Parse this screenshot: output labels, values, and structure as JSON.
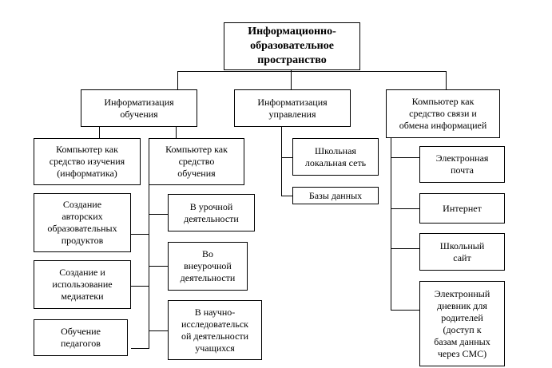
{
  "diagram": {
    "root": "Информационно-\nобразовательное\nпространство",
    "branches": {
      "learning": "Информатизация\nобучения",
      "management": "Информатизация\nуправления",
      "communication": "Компьютер как\nсредство связи и\nобмена информацией"
    },
    "learning_children": {
      "study_object": "Компьютер как\nсредство изучения\n(информатика)",
      "study_tool": "Компьютер как\nсредство\nобучения",
      "author_products": "Создание\nавторских\nобразовательных\nпродуктов",
      "media_library": "Создание и\nиспользование\nмедиатеки",
      "teacher_training": "Обучение\nпедагогов",
      "in_class": "В урочной\nдеятельности",
      "extracurricular": "Во\nвнеурочной\nдеятельности",
      "research": "В научно-\nисследовательск\nой деятельности\nучащихся"
    },
    "management_children": {
      "school_network": "Школьная\nлокальная сеть",
      "databases": "Базы данных"
    },
    "communication_children": {
      "email": "Электронная\nпочта",
      "internet": "Интернет",
      "school_site": "Школьный\nсайт",
      "e_diary": "Электронный\nдневник для\nродителей\n(доступ к\nбазам данных\nчерез СМС)"
    }
  }
}
